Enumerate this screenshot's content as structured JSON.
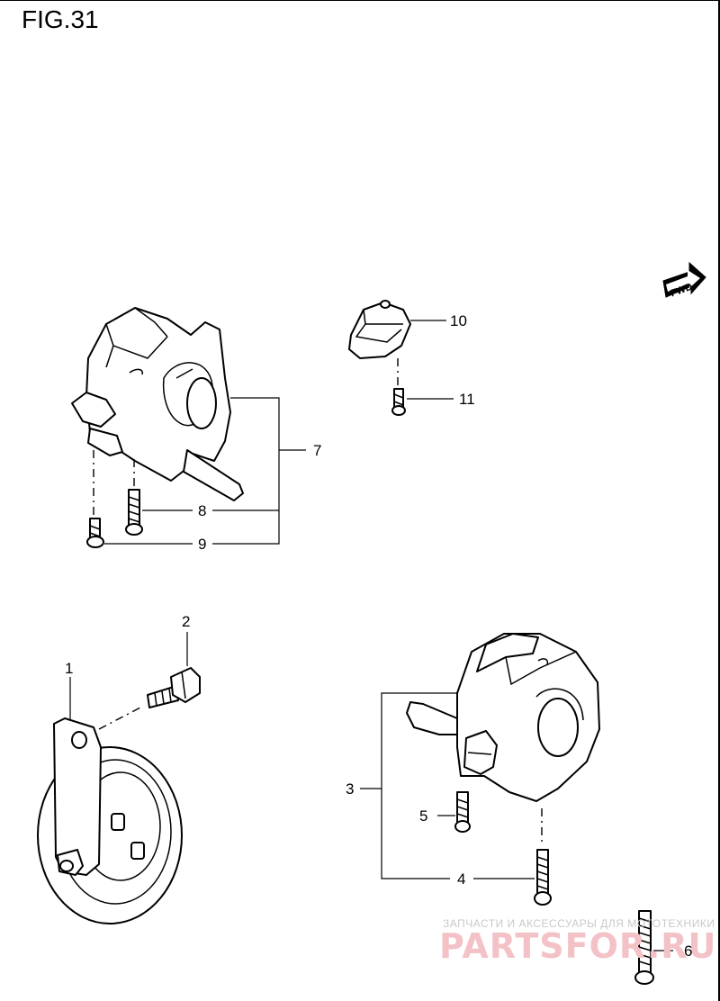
{
  "figure": {
    "title": "FIG.31"
  },
  "direction_badge": {
    "text": "FWD"
  },
  "callouts": {
    "c1": "1",
    "c2": "2",
    "c3": "3",
    "c4": "4",
    "c5": "5",
    "c6": "6",
    "c7": "7",
    "c8": "8",
    "c9": "9",
    "c10": "10",
    "c11": "11"
  },
  "watermark": {
    "subtitle": "ЗАПЧАСТИ И АКСЕССУАРЫ ДЛЯ МОТОТЕХНИКИ",
    "brand": "PARTSFOR.RU"
  },
  "colors": {
    "line": "#000000",
    "background": "#ffffff",
    "watermark": "#f3c2c7"
  }
}
